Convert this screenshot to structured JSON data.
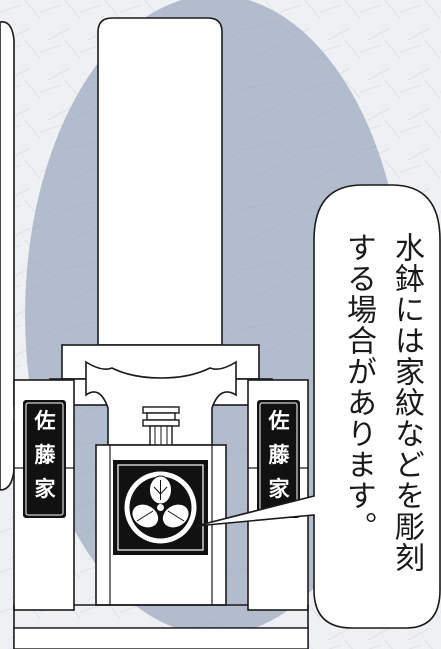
{
  "speech_bubble": {
    "lines": [
      "水鉢には家紋などを彫刻",
      "する場合があります。"
    ]
  },
  "side_plaques": {
    "left": "佐藤家",
    "right": "佐藤家"
  },
  "colors": {
    "paper_bg": "#eef0f3",
    "backdrop_oval": "#b3bccd",
    "outline": "#1a1a1a",
    "plaque_fill": "#111111",
    "plaque_text": "#ffffff",
    "stone_fill": "#ffffff"
  },
  "icons": {
    "family_crest": "mitsuba-aoi-crest-icon"
  }
}
